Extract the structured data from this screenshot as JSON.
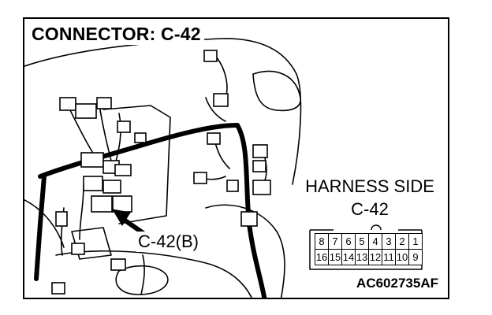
{
  "title": "CONNECTOR: C-42",
  "harness": {
    "label": "HARNESS SIDE",
    "connector": "C-42"
  },
  "callout": {
    "label": "C-42(B)"
  },
  "pins": {
    "top_row": [
      "8",
      "7",
      "6",
      "5",
      "4",
      "3",
      "2",
      "1"
    ],
    "bottom_row": [
      "16",
      "15",
      "14",
      "13",
      "12",
      "11",
      "10",
      "9"
    ]
  },
  "figure_code": "AC602735AF"
}
